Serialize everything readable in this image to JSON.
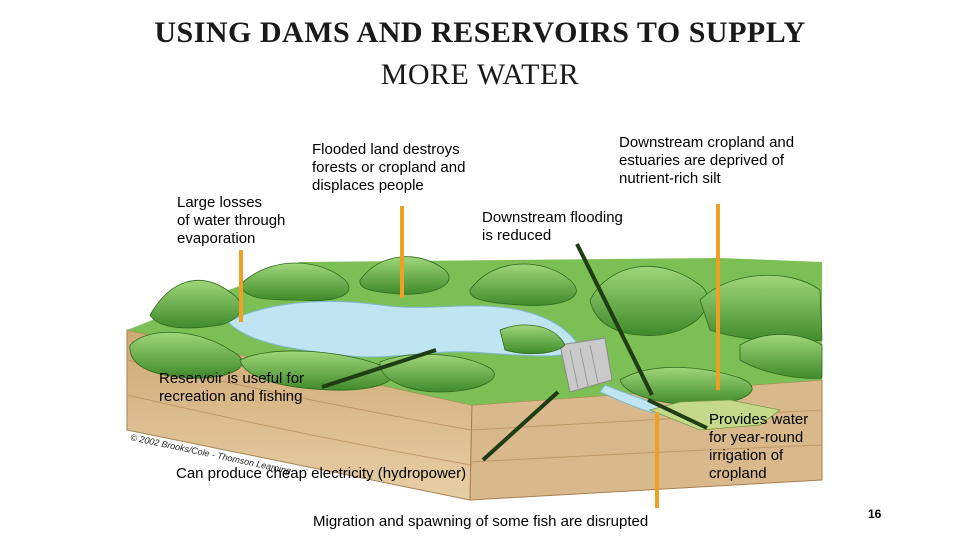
{
  "slide": {
    "title_line1": "USING DAMS AND RESERVOIRS TO SUPPLY",
    "title_line2": "MORE WATER",
    "page_number": "16"
  },
  "labels": {
    "evaporation": "Large losses\nof water through\nevaporation",
    "flooded_land": "Flooded land destroys\nforests or cropland and\ndisplaces people",
    "downstream_cropland": "Downstream cropland and\nestuaries are deprived of\nnutrient-rich silt",
    "flooding_reduced": "Downstream flooding\nis reduced",
    "recreation": "Reservoir is useful for\nrecreation and fishing",
    "irrigation": "Provides water\nfor year-round\nirrigation of\ncropland",
    "hydropower": "Can produce cheap electricity (hydropower)",
    "fish": "Migration and spawning of some fish are disrupted"
  },
  "credit": "© 2002 Brooks/Cole - Thomson Learning",
  "colors": {
    "negative_line": "#f0a020",
    "positive_line": "#1f3d14",
    "water": "#bfe4f2",
    "soil": "#d8b888",
    "hills": "#4f9a34"
  }
}
